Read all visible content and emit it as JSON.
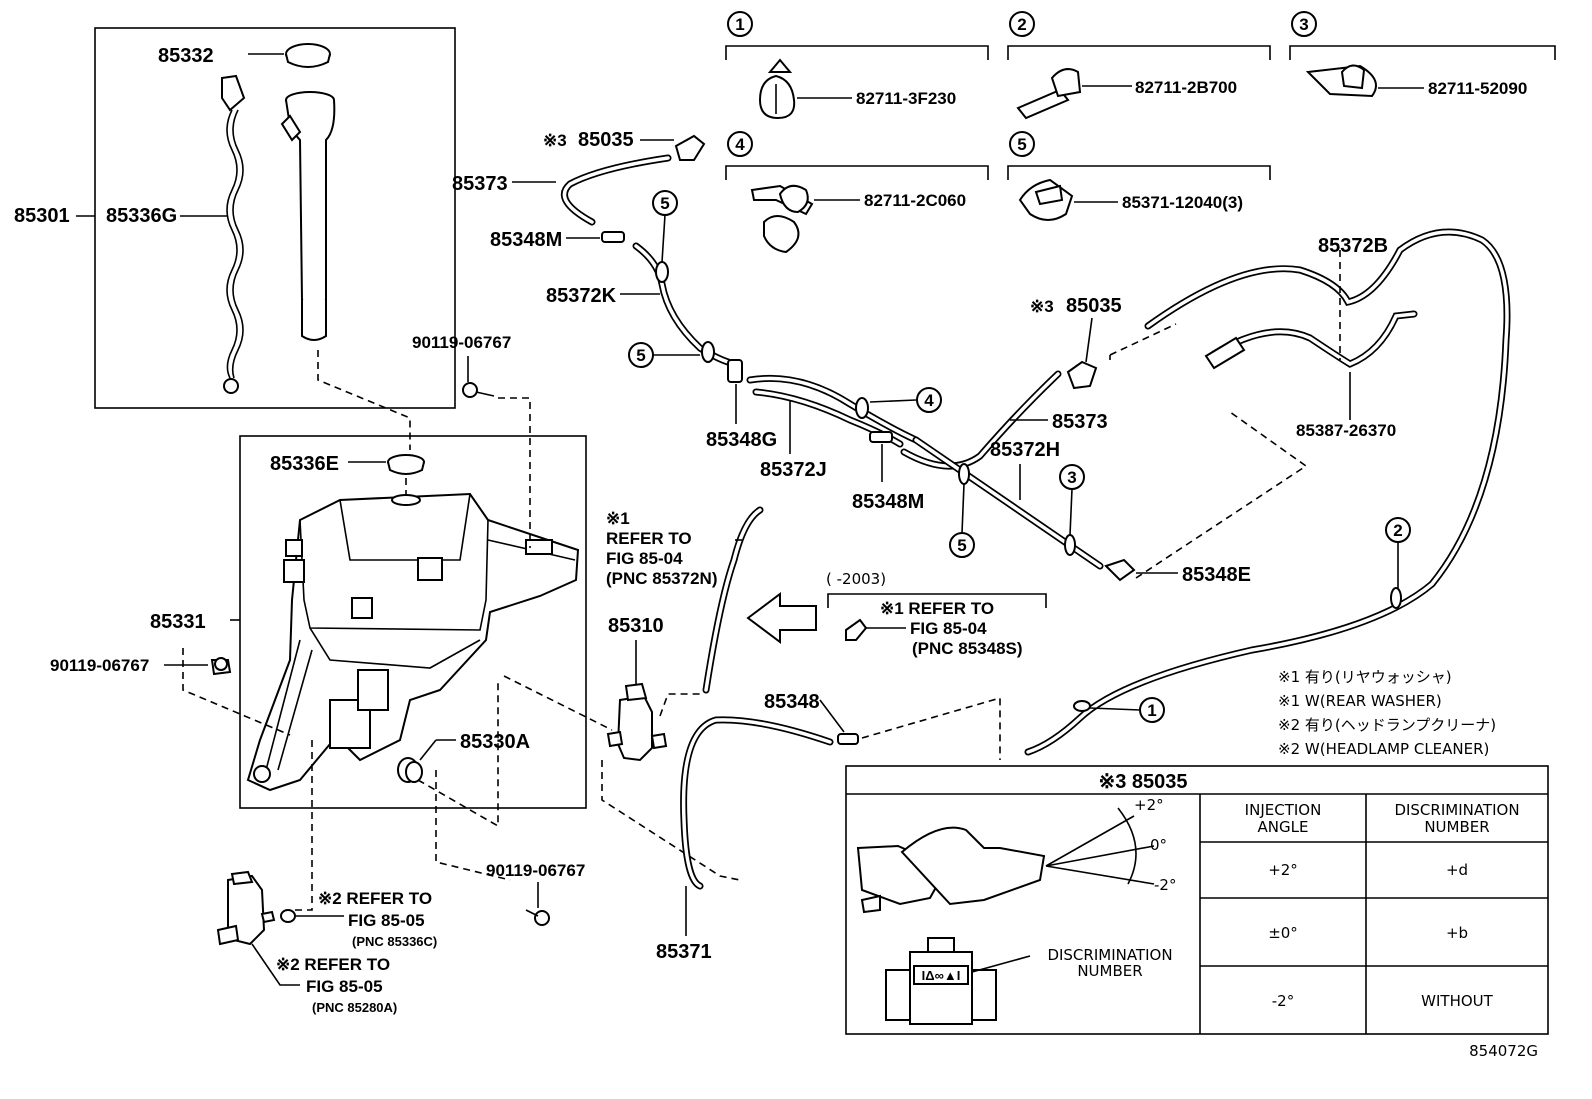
{
  "figure_code": "854072G",
  "callout_numbers": [
    "1",
    "2",
    "3",
    "4",
    "5"
  ],
  "clips": [
    {
      "num": "1",
      "part": "82711-3F230"
    },
    {
      "num": "2",
      "part": "82711-2B700"
    },
    {
      "num": "3",
      "part": "82711-52090"
    },
    {
      "num": "4",
      "part": "82711-2C060"
    },
    {
      "num": "5",
      "part": "85371-12040(3)"
    }
  ],
  "labels": {
    "p85332": "85332",
    "p85301": "85301",
    "p85336G": "85336G",
    "p90119_a": "90119-06767",
    "p85336E": "85336E",
    "p85331": "85331",
    "p90119_b": "90119-06767",
    "p85330A": "85330A",
    "p90119_c": "90119-06767",
    "p85035_a": "85035",
    "p85373_a": "85373",
    "p85348M_a": "85348M",
    "p85372K": "85372K",
    "p85348G": "85348G",
    "p85372J": "85372J",
    "p85348M_b": "85348M",
    "p85373_b": "85373",
    "p85372H": "85372H",
    "p85035_b": "85035",
    "p85372B": "85372B",
    "p85387": "85387-26370",
    "p85348E": "85348E",
    "p85310": "85310",
    "p85348": "85348",
    "p85371": "85371",
    "mark3": "※3",
    "mark1": "※1",
    "year_range": "(      -2003)"
  },
  "refs": {
    "ref1": {
      "mark": "※1",
      "l1": "REFER TO",
      "l2": "FIG 85-04",
      "l3": "(PNC 85372N)"
    },
    "ref2": {
      "l1": "※1 REFER TO",
      "l2": "FIG 85-04",
      "l3": "(PNC 85348S)"
    },
    "ref3": {
      "l1": "※2 REFER TO",
      "l2": "FIG 85-05",
      "l3": "(PNC 85336C)"
    },
    "ref4": {
      "l1": "※2 REFER TO",
      "l2": "FIG 85-05",
      "l3": "(PNC 85280A)"
    }
  },
  "notes": [
    "※1 有り(リヤウォッシャ)",
    "※1 W(REAR WASHER)",
    "※2 有り(ヘッドランプクリーナ)",
    "※2 W(HEADLAMP CLEANER)"
  ],
  "inset": {
    "title": "※3 85035",
    "col1": [
      "INJECTION",
      "ANGLE"
    ],
    "col2": [
      "DISCRIMINATION",
      "NUMBER"
    ],
    "rows": [
      {
        "angle": "+2°",
        "number": "+d"
      },
      {
        "angle": "±0°",
        "number": "+b"
      },
      {
        "angle": "-2°",
        "number": "WITHOUT"
      }
    ],
    "angle_marks": [
      "+2°",
      "0°",
      "-2°"
    ],
    "disc_label": [
      "DISCRIMINATION",
      "NUMBER"
    ]
  }
}
